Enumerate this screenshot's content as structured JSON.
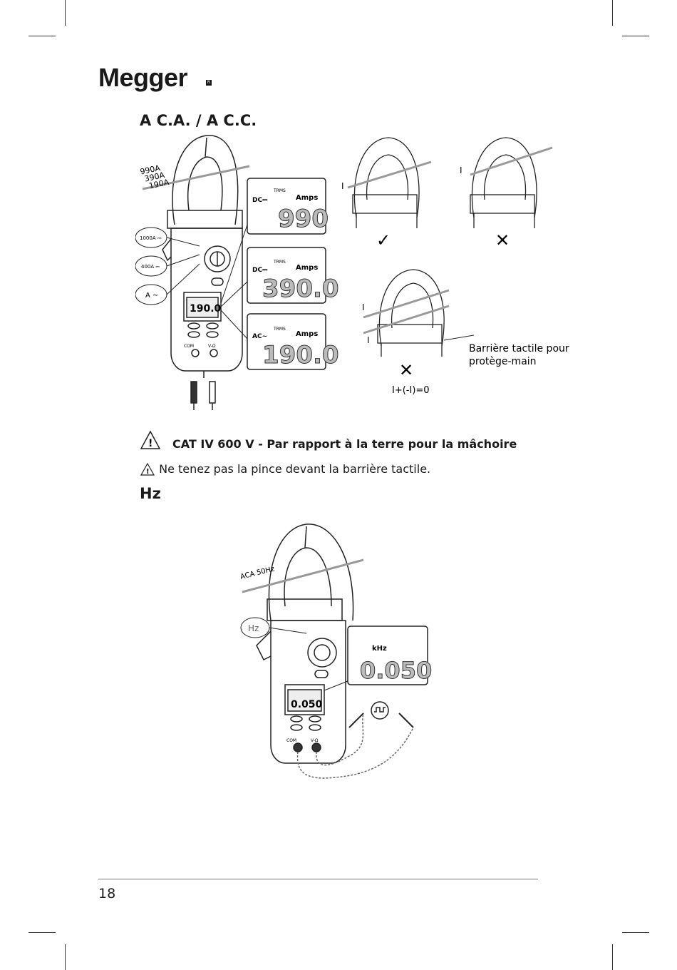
{
  "brand": {
    "name": "Megger",
    "registered": "R"
  },
  "section1": {
    "title": "A C.A. / A C.C."
  },
  "figure1": {
    "range_labels": [
      "990A",
      "390A",
      "190A"
    ],
    "switch_labels": [
      "1000A ⎓",
      "400A ⎓",
      "A ~"
    ],
    "displays": [
      {
        "mode": "DC⎓",
        "unit": "Amps",
        "value": "990",
        "tag": "TRMS"
      },
      {
        "mode": "DC⎓",
        "unit": "Amps",
        "value": "390.0",
        "tag": "TRMS"
      },
      {
        "mode": "AC~",
        "unit": "Amps",
        "value": "190.0",
        "tag": "TRMS"
      }
    ],
    "meter_display": "190.0",
    "terminals": {
      "com": "COM",
      "v": "V-Ω"
    },
    "current_label": "I",
    "check_mark": "✓",
    "cross_mark": "✕",
    "barrier_label_line1": "Barrière tactile pour",
    "barrier_label_line2": "protège-main",
    "formula": "I+(-I)=0"
  },
  "warnings": {
    "cat": "CAT IV 600 V - Par rapport à la terre pour la mâchoire",
    "barrier": "Ne tenez pas la pince devant la barrière tactile."
  },
  "section2": {
    "title": "Hz"
  },
  "figure2": {
    "signal_label": "ACA 50Hz",
    "switch_label": "Hz",
    "display_unit": "kHz",
    "display_value": "0.050",
    "meter_display": "0.050",
    "terminals": {
      "com": "COM",
      "v": "V-Ω"
    }
  },
  "footer": {
    "page_number": "18"
  }
}
